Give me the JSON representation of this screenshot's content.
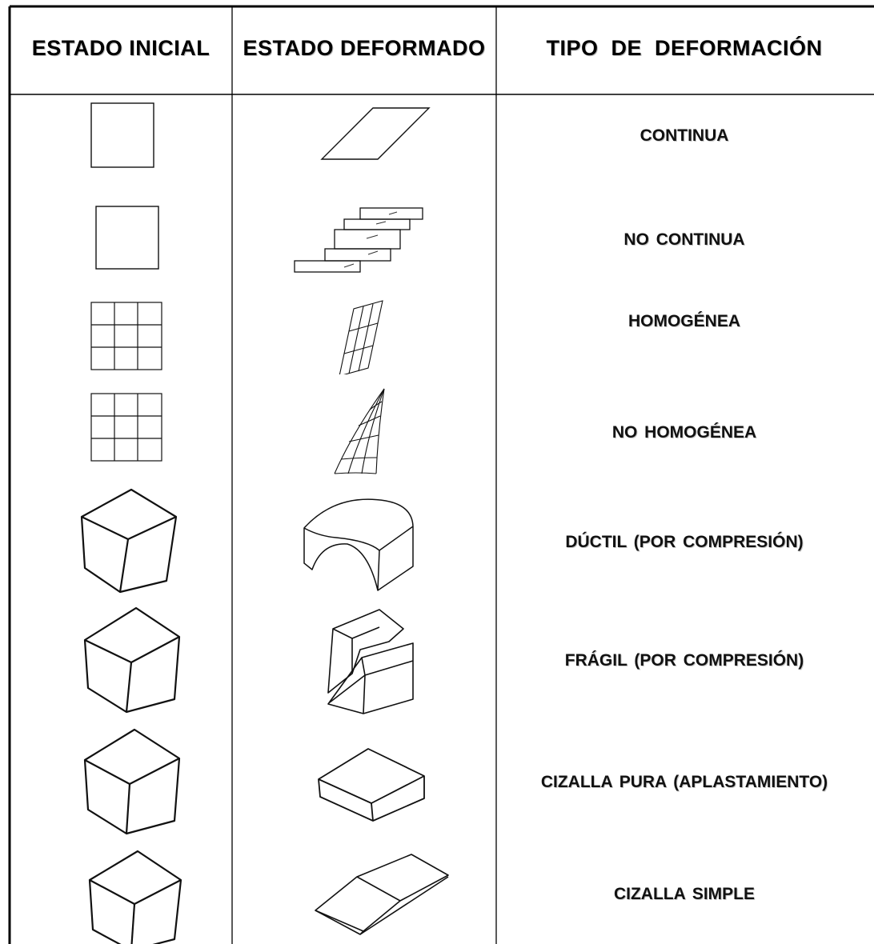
{
  "headers": {
    "initial": "ESTADO INICIAL",
    "deformed": "ESTADO DEFORMADO",
    "type": "TIPO DE DEFORMACIÓN"
  },
  "rows": [
    {
      "initial_icon": "square-icon",
      "deformed_icon": "parallelogram-icon",
      "type": "CONTINUA"
    },
    {
      "initial_icon": "square-icon",
      "deformed_icon": "stepped-blocks-icon",
      "type": "NO  CONTINUA"
    },
    {
      "initial_icon": "grid-square-icon",
      "deformed_icon": "sheared-grid-icon",
      "type": "HOMOGÉNEA"
    },
    {
      "initial_icon": "grid-square-icon",
      "deformed_icon": "curved-grid-icon",
      "type": "NO  HOMOGÉNEA"
    },
    {
      "initial_icon": "cube-icon",
      "deformed_icon": "arched-block-icon",
      "type": "DÚCTIL (POR COMPRESIÓN)"
    },
    {
      "initial_icon": "cube-icon",
      "deformed_icon": "fractured-cube-icon",
      "type": "FRÁGIL (POR COMPRESIÓN)"
    },
    {
      "initial_icon": "cube-icon",
      "deformed_icon": "flattened-box-icon",
      "type": "CIZALLA  PURA (APLASTAMIENTO)"
    },
    {
      "initial_icon": "cube-icon",
      "deformed_icon": "sheared-wedge-icon",
      "type": "CIZALLA  SIMPLE"
    }
  ]
}
